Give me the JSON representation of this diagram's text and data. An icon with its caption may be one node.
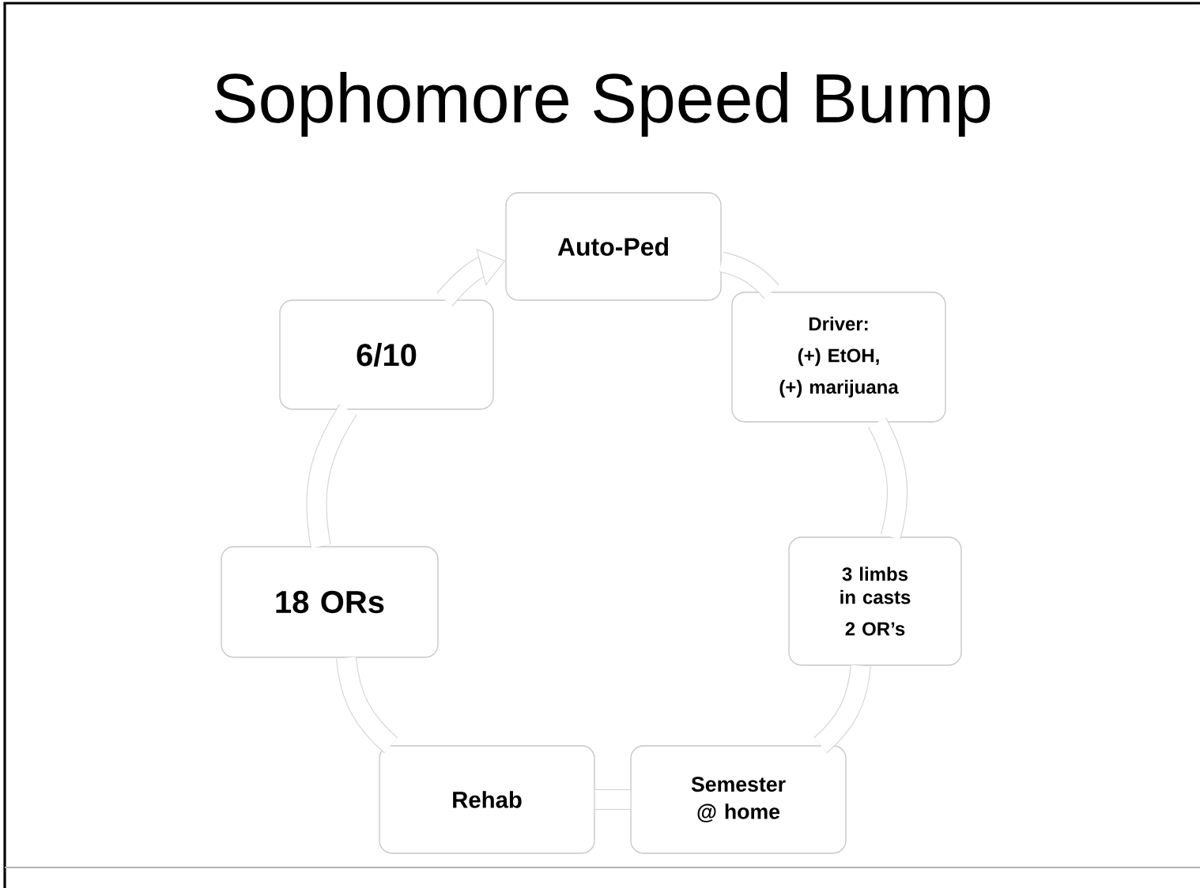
{
  "diagram": {
    "title": "Sophomore Speed Bump",
    "nodes": [
      {
        "text": [
          "Auto-Ped"
        ]
      },
      {
        "text": [
          "Driver:",
          "(+) EtOH,",
          "(+) marijuana"
        ]
      },
      {
        "text": [
          "3 limbs in casts",
          "2 OR’s"
        ]
      },
      {
        "text": [
          "Semester @ home"
        ]
      },
      {
        "text": [
          "Rehab"
        ]
      },
      {
        "text": [
          "18 ORs"
        ]
      },
      {
        "text": [
          "6/10"
        ]
      }
    ],
    "edges": [
      {
        "from": 0,
        "to": 1,
        "arrow": "none"
      },
      {
        "from": 1,
        "to": 2,
        "arrow": "none"
      },
      {
        "from": 2,
        "to": 3,
        "arrow": "none"
      },
      {
        "from": 3,
        "to": 4,
        "arrow": "none"
      },
      {
        "from": 4,
        "to": 5,
        "arrow": "none"
      },
      {
        "from": 5,
        "to": 6,
        "arrow": "none"
      },
      {
        "from": 6,
        "to": 0,
        "arrow": "to"
      }
    ]
  }
}
